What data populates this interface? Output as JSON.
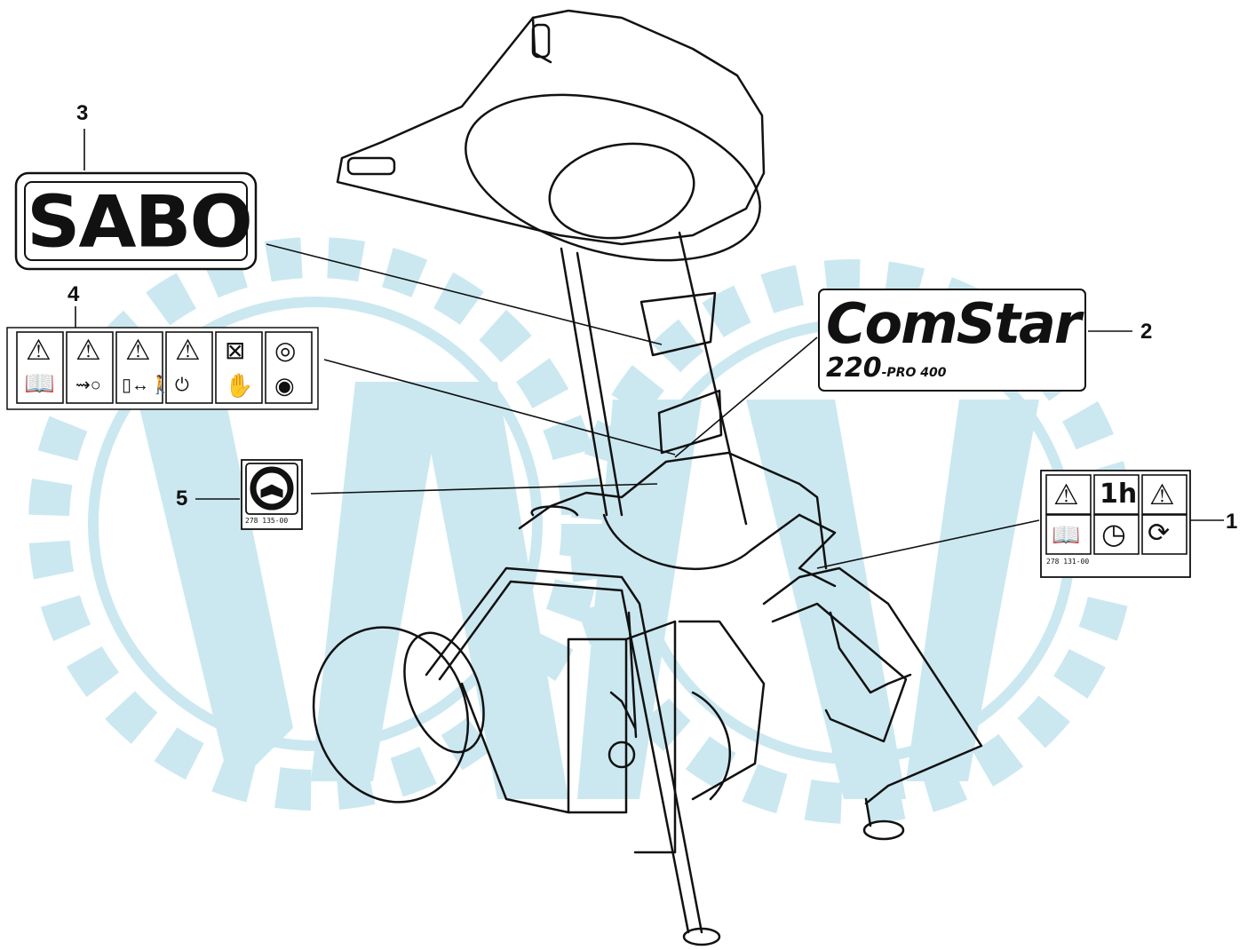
{
  "callouts": {
    "c1": "1",
    "c2": "2",
    "c3": "3",
    "c4": "4",
    "c5": "5"
  },
  "decals": {
    "brand": "SABO",
    "model_name": "ComStar",
    "model_number": "220",
    "model_suffix": "-PRO 400",
    "decal1_hours": "1h",
    "decal1_code": "278 131-00",
    "decal5_code": "278 135-00"
  },
  "icons": {
    "decal1": [
      "warning-triangle-icon",
      "hour-icon",
      "safety-triangle-icon",
      "manual-book-icon",
      "clock-icon",
      "arrow-rotation-icon"
    ],
    "decal4": [
      "warning-triangle-icon",
      "thrown-objects-icon",
      "hand-injury-icon",
      "person-triangle-icon",
      "no-loose-clothing-icon",
      "ear-protection-icon",
      "manual-book-icon",
      "keep-distance-icon",
      "safe-distance-icon",
      "disconnect-plug-icon",
      "gloves-icon",
      "eye-protection-icon"
    ],
    "decal5": [
      "read-manual-icon"
    ]
  },
  "colors": {
    "watermark": "#c6e6f0",
    "line": "#111111"
  }
}
